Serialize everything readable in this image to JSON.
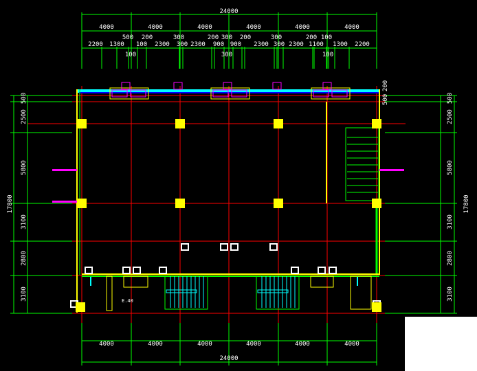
{
  "drawing": {
    "top_dims": {
      "overall": "24000",
      "bays": [
        "4000",
        "4000",
        "4000",
        "4000",
        "4000",
        "4000"
      ],
      "detail_lower": [
        "2200",
        "1300",
        "100",
        "100",
        "2300",
        "300",
        "2300",
        "900",
        "300",
        "900",
        "2300",
        "300",
        "2300",
        "1100",
        "100",
        "1300",
        "2200"
      ],
      "detail_upper": [
        "500",
        "200",
        "300",
        "200",
        "300",
        "200",
        "300",
        "200",
        "100"
      ]
    },
    "bottom_dims": {
      "bays": [
        "4000",
        "4000",
        "4000",
        "4000",
        "4000",
        "4000"
      ],
      "overall": "24000"
    },
    "left_dims": {
      "segments": [
        "500",
        "2500",
        "5800",
        "3100",
        "2800",
        "3100"
      ],
      "overall": "17800"
    },
    "right_dims": {
      "segments": [
        "500",
        "2500",
        "5800",
        "3100",
        "2800",
        "3100"
      ],
      "overall": "17800",
      "extra": [
        "200",
        "500"
      ]
    },
    "labels": {
      "elevation": "E.40"
    },
    "colors": {
      "background": "#000000",
      "axis": "#ff0000",
      "dimension": "#00ff00",
      "wall": "#ffff00",
      "window": "#00ffff",
      "detail": "#ff00ff",
      "column": "#ffff00"
    }
  }
}
